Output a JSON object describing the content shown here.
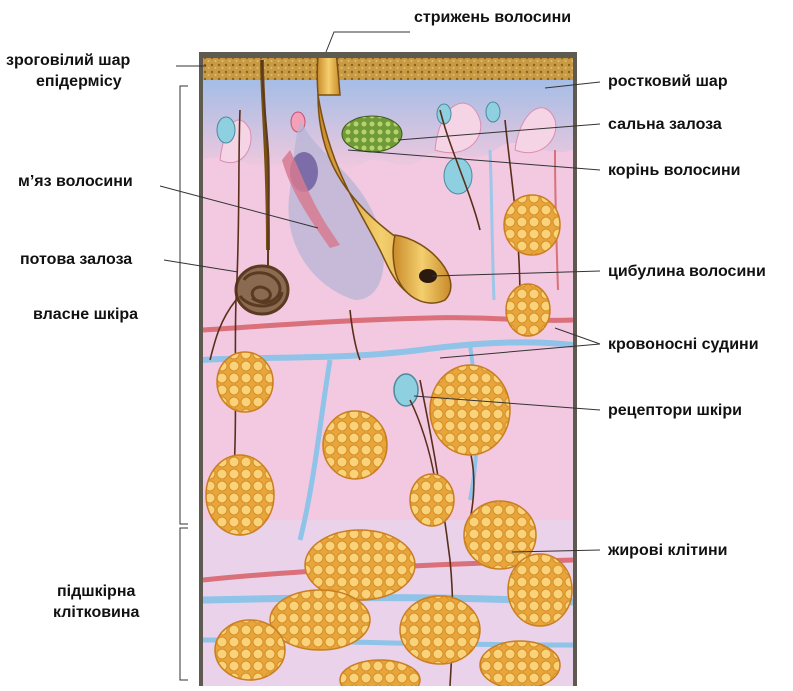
{
  "diagram": {
    "labels": {
      "hair_shaft": "стрижень волосини",
      "horny_layer_line1": "зроговілий шар",
      "horny_layer_line2": "епідермісу",
      "growth_layer": "ростковий шар",
      "sebaceous_gland": "сальна залоза",
      "hair_root": "корінь волосини",
      "hair_muscle": "м’яз волосини",
      "sweat_gland": "потова залоза",
      "hair_bulb": "цибулина волосини",
      "dermis": "власне шкіра",
      "blood_vessels": "кровоносні судини",
      "skin_receptors": "рецептори шкіри",
      "fat_cells": "жирові клітини",
      "subcutaneous_line1": "підшкірна",
      "subcutaneous_line2": "клітковина"
    },
    "colors": {
      "dermis_pink": "#f2c9e0",
      "epidermis_blue": "#a9c3e6",
      "horny_layer": "#c9a248",
      "fat_cells": "#f3b84d",
      "hair": "#e6b04a",
      "vessel_blue": "#8fc3e8",
      "vessel_red": "#d9707a",
      "nerve": "#5a2f1a"
    }
  }
}
